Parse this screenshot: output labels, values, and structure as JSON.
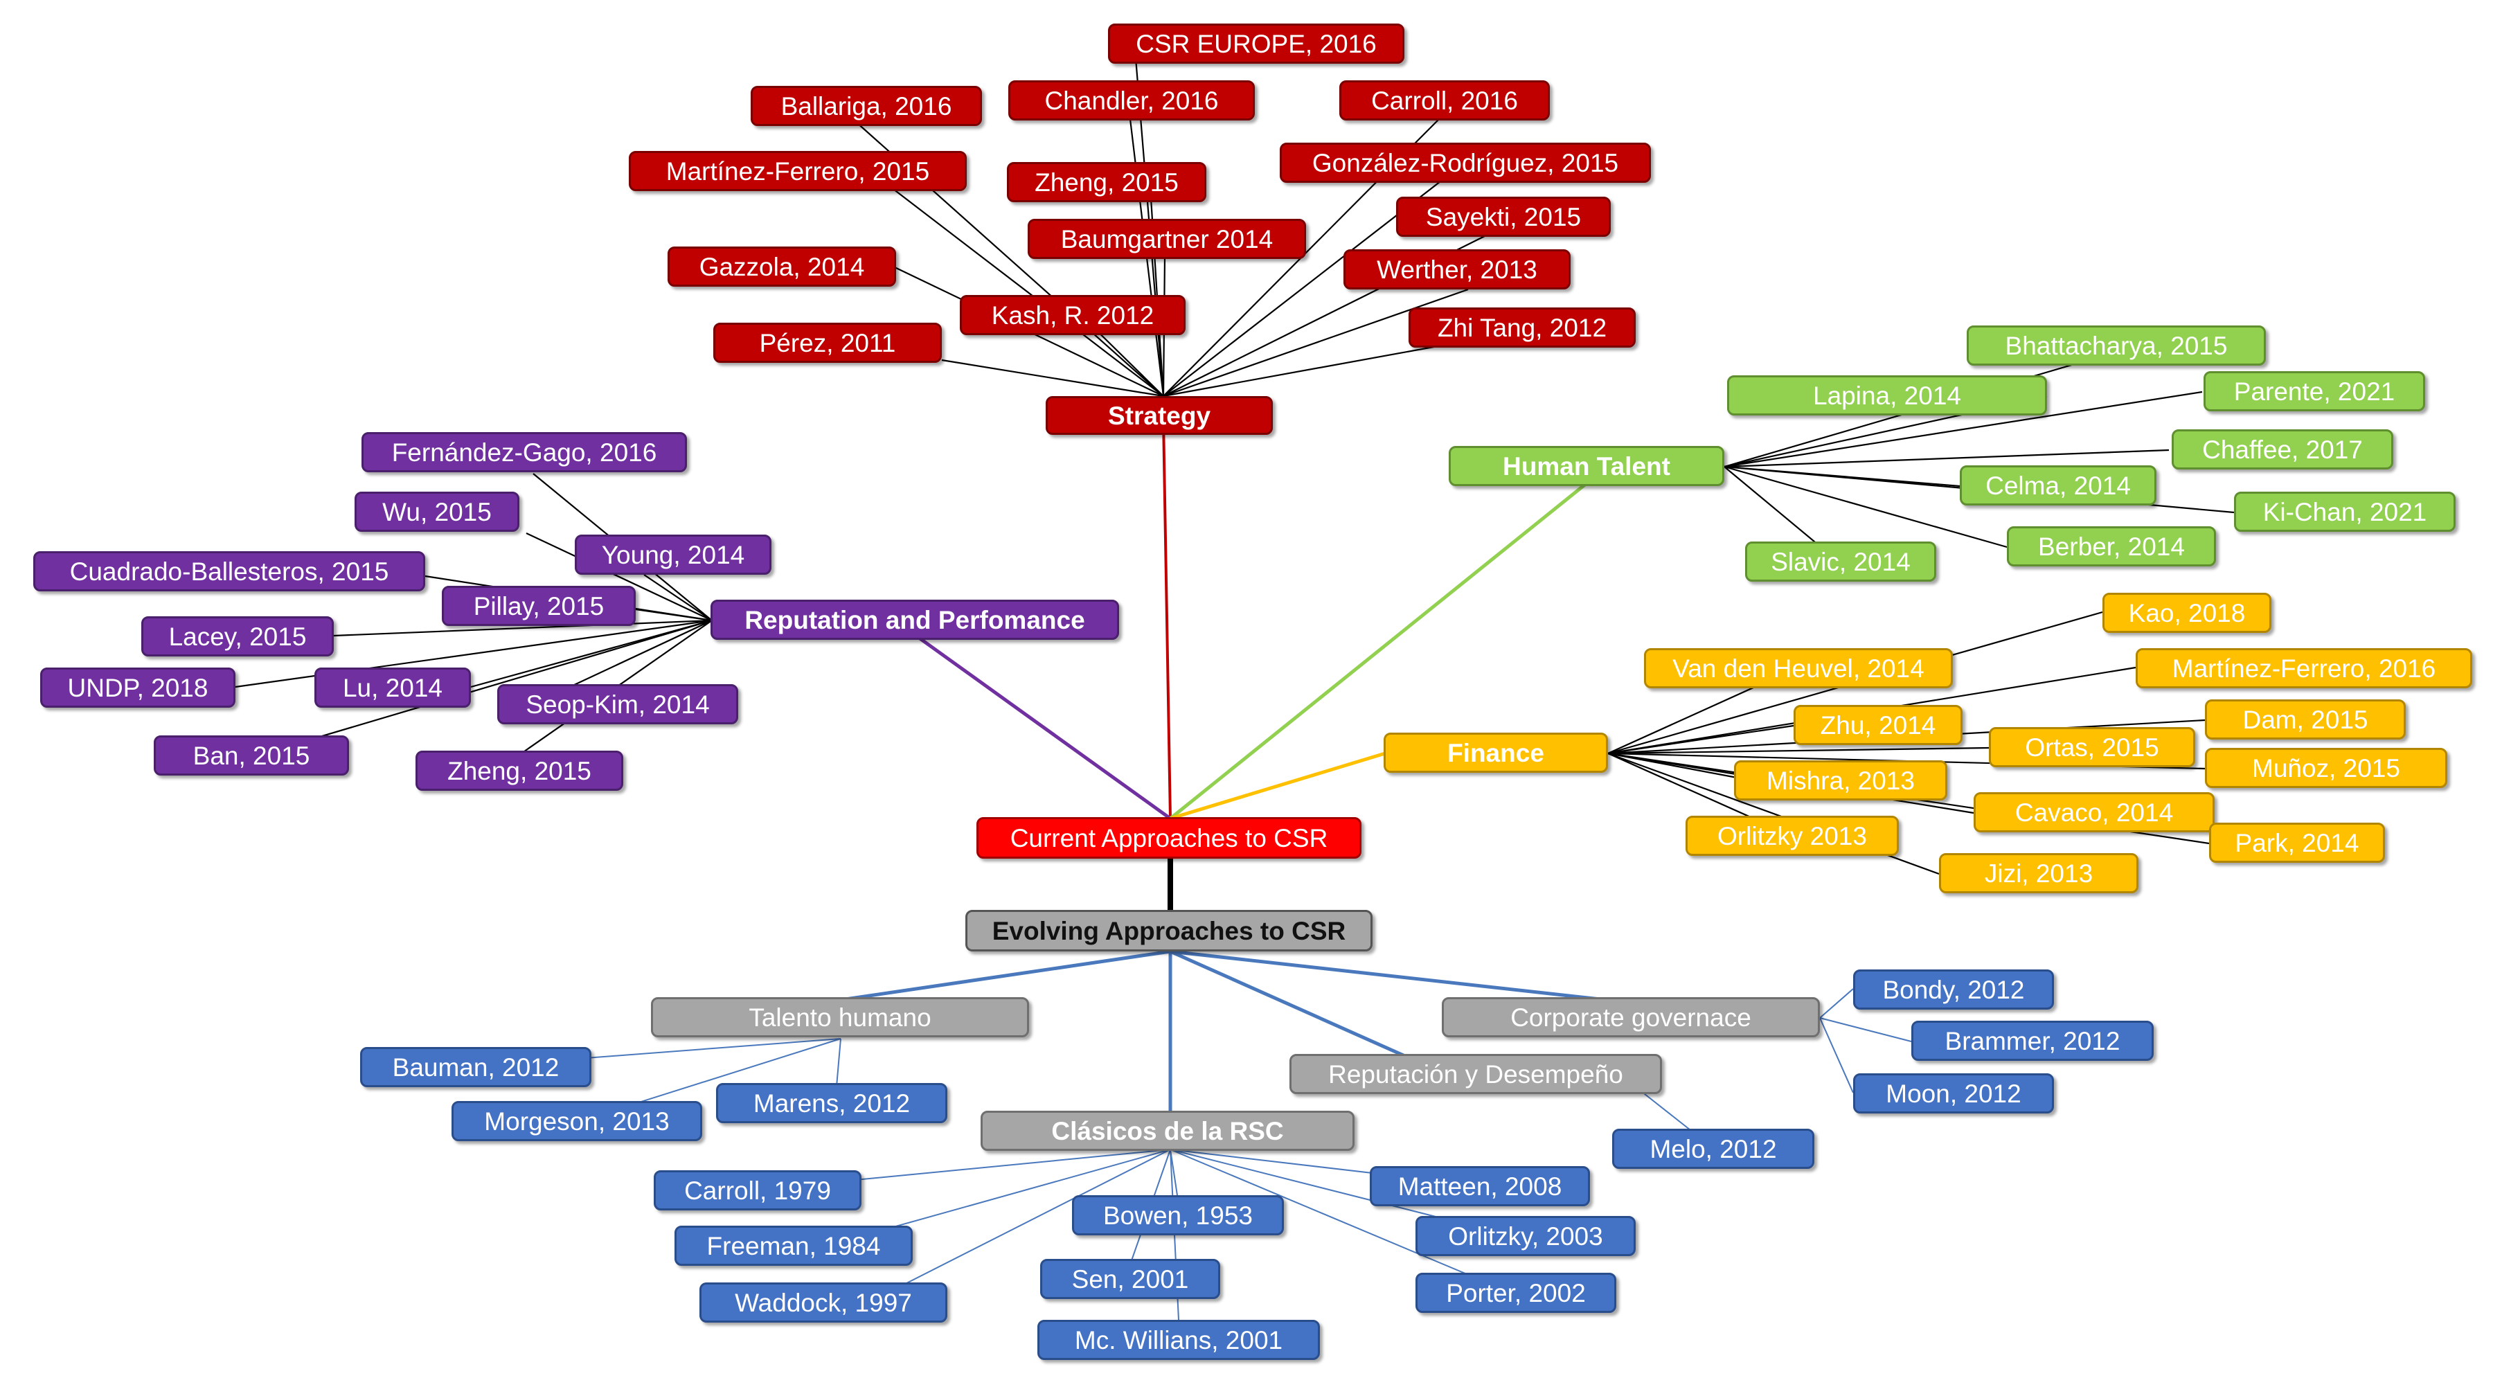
{
  "center": {
    "current": "Current Approaches to CSR",
    "evolving": "Evolving Approaches to CSR"
  },
  "colors": {
    "strategy": "#c00000",
    "reputation": "#7030a0",
    "talent": "#92d050",
    "finance": "#ffc000",
    "classic": "#4472c4",
    "gray": "#a6a6a6"
  },
  "strategy": {
    "label": "Strategy",
    "leaves": [
      "CSR EUROPE, 2016",
      "Ballariga, 2016",
      "Chandler, 2016",
      "Carroll, 2016",
      "Martínez-Ferrero, 2015",
      "Zheng, 2015",
      "González-Rodríguez, 2015",
      "Sayekti, 2015",
      "Baumgartner 2014",
      "Gazzola, 2014",
      "Werther, 2013",
      "Kash, R.  2012",
      "Zhi Tang, 2012",
      "Pérez, 2011"
    ]
  },
  "reputation": {
    "label": "Reputation and Perfomance",
    "leaves": [
      "Fernández-Gago, 2016",
      "Wu, 2015",
      "Young, 2014",
      "Cuadrado-Ballesteros, 2015",
      "Pillay, 2015",
      "Lacey, 2015",
      "UNDP, 2018",
      "Lu, 2014",
      "Seop-Kim, 2014",
      "Ban, 2015",
      "Zheng, 2015"
    ]
  },
  "talent": {
    "label": "Human Talent",
    "leaves": [
      "Bhattacharya, 2015",
      "Lapina, 2014",
      "Parente, 2021",
      "Chaffee, 2017",
      "Celma, 2014",
      "Ki-Chan, 2021",
      "Berber, 2014",
      "Slavic, 2014"
    ]
  },
  "finance": {
    "label": "Finance",
    "leaves": [
      "Kao, 2018",
      "Van den Heuvel, 2014",
      "Martínez-Ferrero, 2016",
      "Dam, 2015",
      "Zhu, 2014",
      "Ortas, 2015",
      "Muñoz, 2015",
      "Mishra, 2013",
      "Cavaco, 2014",
      "Orlitzky  2013",
      "Park, 2014",
      "Jizi, 2013"
    ]
  },
  "talento": {
    "label": "Talento humano",
    "leaves": [
      "Bauman, 2012",
      "Morgeson, 2013",
      "Marens, 2012"
    ]
  },
  "governance": {
    "label": "Corporate governace",
    "leaves": [
      "Bondy, 2012",
      "Brammer, 2012",
      "Moon, 2012"
    ]
  },
  "reputacion": {
    "label": "Reputación y Desempeño",
    "leaves": [
      "Melo, 2012"
    ]
  },
  "clasicos": {
    "label": "Clásicos de la RSC",
    "leaves": [
      "Carroll, 1979",
      "Freeman, 1984",
      "Waddock, 1997",
      "Bowen, 1953",
      "Sen, 2001",
      "Mc. Willians, 2001",
      "Matteen, 2008",
      "Orlitzky, 2003",
      "Porter, 2002"
    ]
  }
}
